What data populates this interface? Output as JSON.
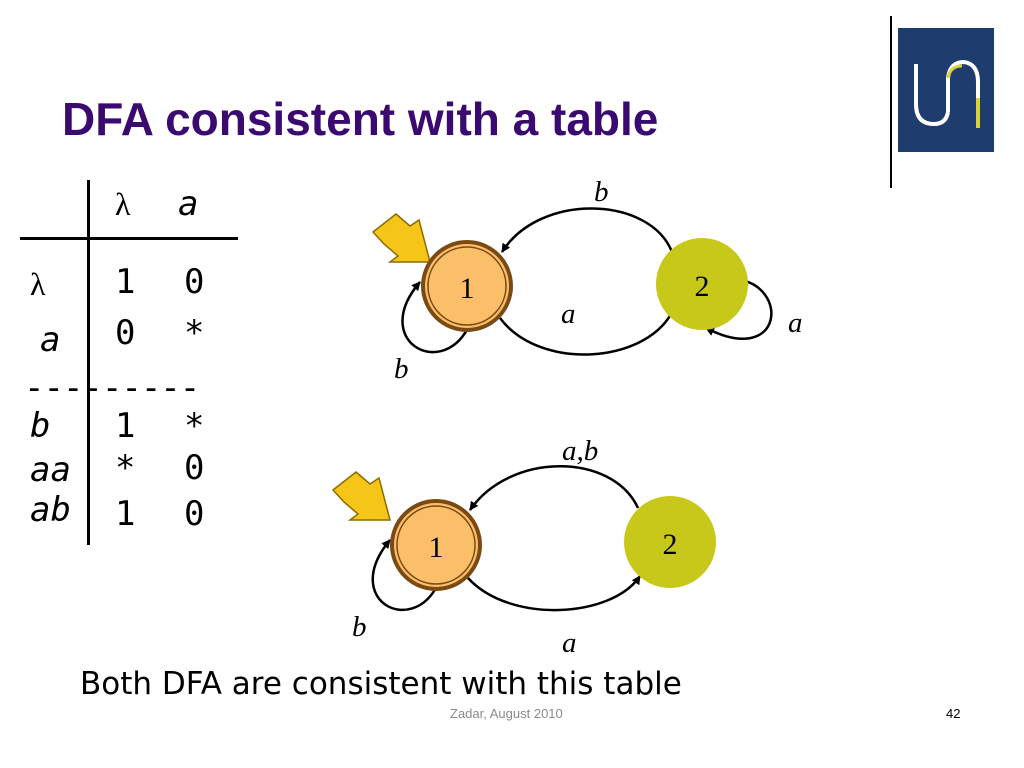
{
  "slide": {
    "title": "DFA consistent with a table",
    "caption": "Both DFA are consistent with this table",
    "footer": "Zadar, August 2010",
    "page_number": "42"
  },
  "colors": {
    "title": "#3b0a70",
    "state1_fill": "#fbbf6a",
    "state2_fill": "#c8c81a",
    "start_arrow": "#f5c518",
    "logo_bg": "#1f3c6e",
    "logo_fg": "#ffffff",
    "logo_accent": "#d9d13a"
  },
  "table": {
    "columns": [
      "λ",
      "a"
    ],
    "rows_upper": [
      {
        "label": "λ",
        "values": [
          "1",
          "0"
        ]
      },
      {
        "label": "a",
        "values": [
          "0",
          "*"
        ]
      }
    ],
    "separator": "---------",
    "rows_lower": [
      {
        "label": "b",
        "values": [
          "1",
          "*"
        ]
      },
      {
        "label": "aa",
        "values": [
          "*",
          "0"
        ]
      },
      {
        "label": "ab",
        "values": [
          "1",
          "0"
        ]
      }
    ]
  },
  "dfa1": {
    "state1": "1",
    "state2": "2",
    "edge_2_to_1": "b",
    "edge_1_to_2": "a",
    "loop_1": "b",
    "loop_2": "a"
  },
  "dfa2": {
    "state1": "1",
    "state2": "2",
    "edge_2_to_1": "a,b",
    "edge_1_to_2": "a",
    "loop_1": "b"
  }
}
